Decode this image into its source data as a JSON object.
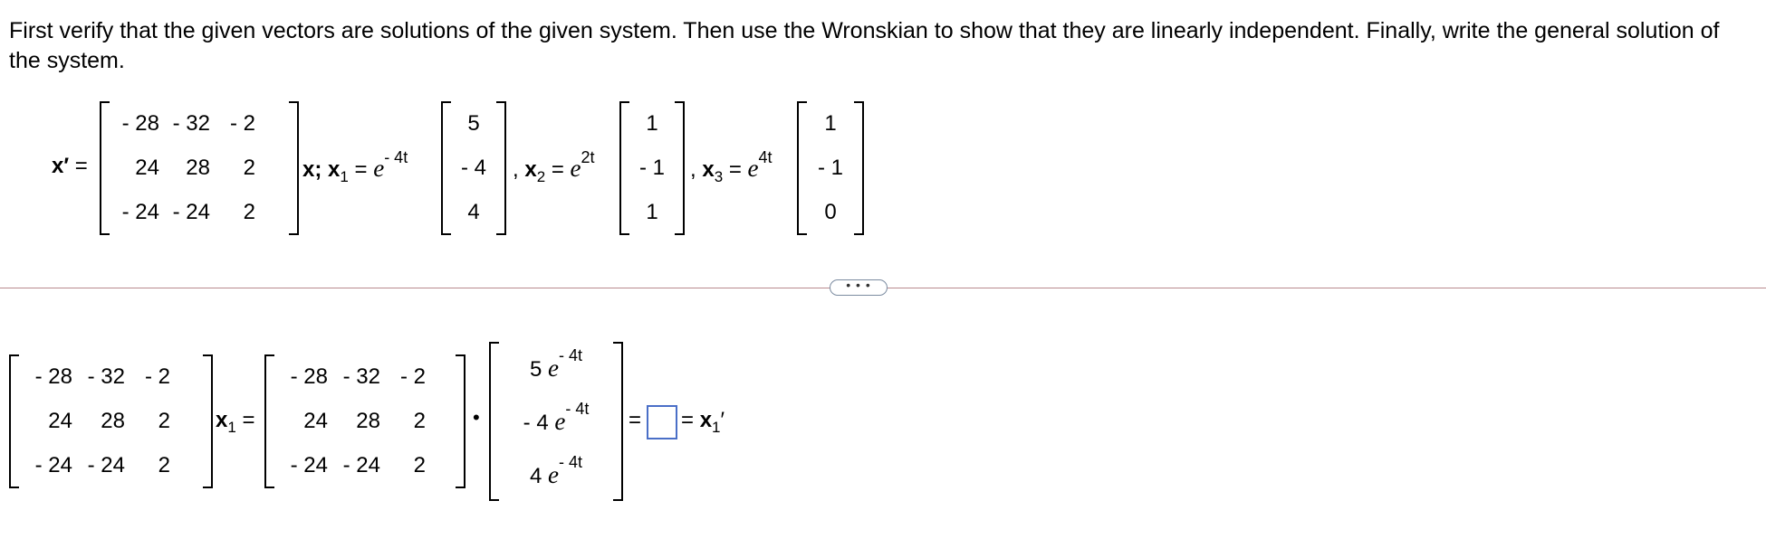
{
  "prompt": "First verify that the given vectors are solutions of the given system. Then use the Wronskian to show that they are linearly independent. Finally, write the general solution of the system.",
  "system": {
    "lhs": "x′",
    "eq": "=",
    "matrix": [
      [
        "- 28",
        "- 32",
        "- 2"
      ],
      [
        "24",
        "28",
        "2"
      ],
      [
        "- 24",
        "- 24",
        "2"
      ]
    ],
    "x_label": "x;",
    "x1": {
      "name": "x",
      "sub": "1",
      "eq": "=",
      "base": "e",
      "exp": "- 4t",
      "vector": [
        "5",
        "- 4",
        "4"
      ],
      "sep": ","
    },
    "x2": {
      "name": "x",
      "sub": "2",
      "eq": "=",
      "base": "e",
      "exp": "2t",
      "vector": [
        "1",
        "- 1",
        "1"
      ],
      "sep": ","
    },
    "x3": {
      "name": "x",
      "sub": "3",
      "eq": "=",
      "base": "e",
      "exp": "4t",
      "vector": [
        "1",
        "- 1",
        "0"
      ]
    }
  },
  "expander_label": "• • •",
  "verify": {
    "matrix": [
      [
        "- 28",
        "- 32",
        "- 2"
      ],
      [
        "24",
        "28",
        "2"
      ],
      [
        "- 24",
        "- 24",
        "2"
      ]
    ],
    "x1_name": "x",
    "x1_sub": "1",
    "eq1": "=",
    "dot": "•",
    "vector": [
      {
        "coef": "5",
        "base": "e",
        "exp": "- 4t"
      },
      {
        "coef": "- 4",
        "base": "e",
        "exp": "- 4t"
      },
      {
        "coef": "4",
        "base": "e",
        "exp": "- 4t"
      }
    ],
    "eq2": "=",
    "answer_value": "",
    "eq3": "=",
    "rhs_name": "x",
    "rhs_sub": "1",
    "rhs_prime": "′"
  }
}
